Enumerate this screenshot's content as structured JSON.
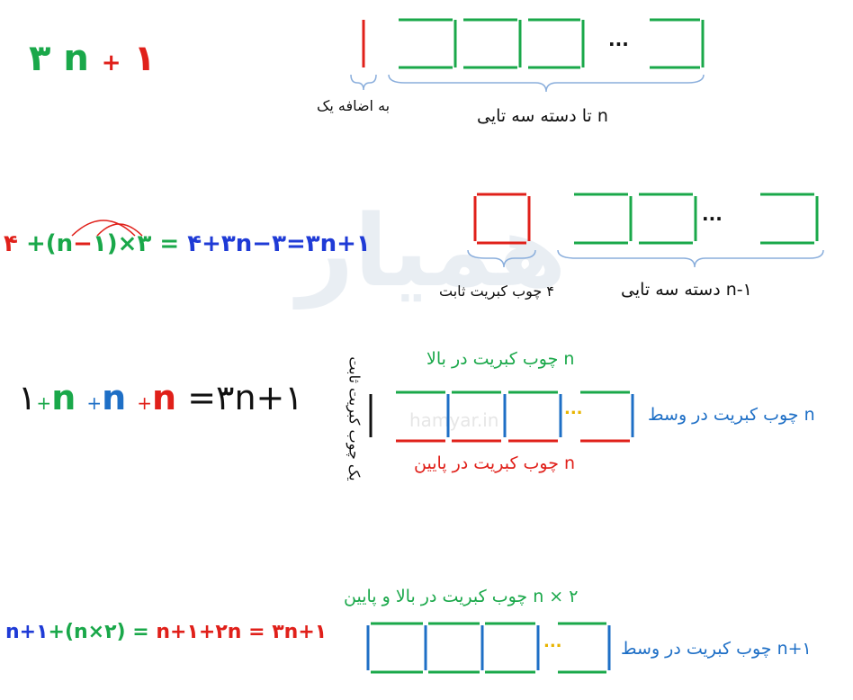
{
  "watermark": {
    "logo": "همیار",
    "url": "hamyar.in"
  },
  "colors": {
    "green": "#1aa84a",
    "red": "#e0201a",
    "blue": "#1e6fc6",
    "darkblue": "#1f3bd6",
    "black": "#111111",
    "brace": "#8aaedc"
  },
  "section1": {
    "formula": {
      "a": "۳",
      "b": "n",
      "op": "+",
      "c": "۱"
    },
    "dots": "...",
    "extra_label": "به اضافه یک",
    "group_label_n": "n",
    "group_label": "تا دسته سه تایی"
  },
  "section2": {
    "formula": {
      "t1": "۴",
      "t2": "+(",
      "t3": "n",
      "t4": "−",
      "t5": "۱",
      "t6": ")×",
      "t7": "۳",
      "t8": "=",
      "t9": "۴+۳n−۳",
      "t10": "=",
      "t11": "۳n+۱"
    },
    "dots": "...",
    "square_label": "۴ چوب کبریت ثابت",
    "group_label": "n-۱ دسته سه تایی"
  },
  "section3": {
    "formula": {
      "t1": "۱",
      "p1": "+",
      "n1": "n",
      "p2": "+",
      "n2": "n",
      "p3": "+",
      "n3": "n",
      "rest": "=۳n+۱"
    },
    "vertical_label": "یک چوب کبریت ثابت",
    "top_label_n": "n",
    "top_label": "چوب کبریت در بالا",
    "middle_label_n": "n",
    "middle_label": "چوب کبریت در وسط",
    "bottom_label_n": "n",
    "bottom_label": "چوب کبریت در پایین",
    "dots": "..."
  },
  "section4": {
    "formula": {
      "t1": "n+۱",
      "t2": "+(n×۲)",
      "t3": "=",
      "t4": "n+۱",
      "t5": "+۲n",
      "t6": "=",
      "t7": "۳n+۱"
    },
    "top_label": "۲ × n چوب کبریت در بالا و پایین",
    "middle_label": "n+۱ چوب کبریت در وسط",
    "dots": "..."
  }
}
